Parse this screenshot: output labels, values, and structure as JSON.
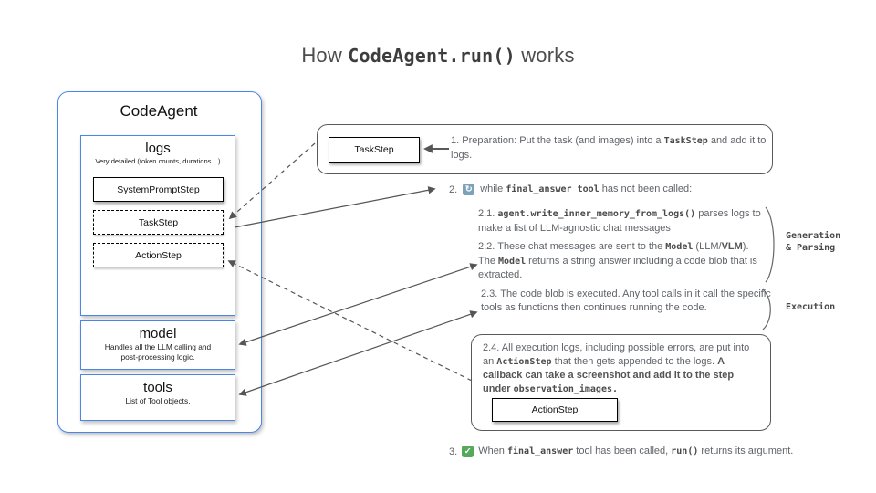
{
  "title": {
    "prefix": "How ",
    "code": "CodeAgent.run()",
    "suffix": " works"
  },
  "colors": {
    "accent_blue": "#4a86e8",
    "line_gray": "#555555",
    "loop_icon_bg": "#7ba2b9",
    "check_icon_bg": "#55a95a"
  },
  "icons": {
    "loop": "↻",
    "check": "✓"
  },
  "agent": {
    "title": "CodeAgent",
    "logs": {
      "title": "logs",
      "subtitle": "Very detailed (token counts, durations…)",
      "steps": [
        {
          "label": "SystemPromptStep",
          "style": "solid"
        },
        {
          "label": "TaskStep",
          "style": "dashed"
        },
        {
          "label": "ActionStep",
          "style": "dashed"
        }
      ]
    },
    "model": {
      "title": "model",
      "subtitle": "Handles all the LLM calling and post-processing logic."
    },
    "tools": {
      "title": "tools",
      "subtitle": "List of Tool objects."
    }
  },
  "step1": {
    "box_label": "TaskStep",
    "number": "1.",
    "t1": " Preparation: Put the task (and images) into a ",
    "code1": "TaskStep",
    "t2": " and add it to logs."
  },
  "step2": {
    "number": "2.",
    "t1": "while ",
    "code1": "final_answer tool",
    "t2": " has not been called:"
  },
  "step21": {
    "number": "2.1. ",
    "code1": "agent.write_inner_memory_from_logs()",
    "t1": " parses logs to make a list of LLM-agnostic chat messages"
  },
  "step22": {
    "number": "2.2. ",
    "t1": "These chat messages are sent to the ",
    "code1": "Model",
    "t2": " (LLM/",
    "bold1": "VLM",
    "t3": "). The ",
    "code2": "Model",
    "t4": " returns a string answer including a code blob that is extracted."
  },
  "step23": {
    "number": "2.3. ",
    "t1": "The code blob is executed. Any tool calls in it call the specific tools as functions then continues running the code."
  },
  "step24": {
    "number": "2.4. ",
    "t1": "All execution logs, including possible errors, are put into an ",
    "code1": "ActionStep",
    "t2": " that then gets appended to the logs. ",
    "bold1": "A callback can take a screenshot and add it to the step under ",
    "boldcode1": "observation_images.",
    "box_label": "ActionStep"
  },
  "step3": {
    "number": "3.",
    "t1": "When ",
    "code1": "final_answer",
    "t2": " tool has been called, ",
    "code2": "run()",
    "t3": " returns its argument."
  },
  "group_labels": {
    "generation_line1": "Generation",
    "generation_line2": "& Parsing",
    "execution": "Execution"
  }
}
